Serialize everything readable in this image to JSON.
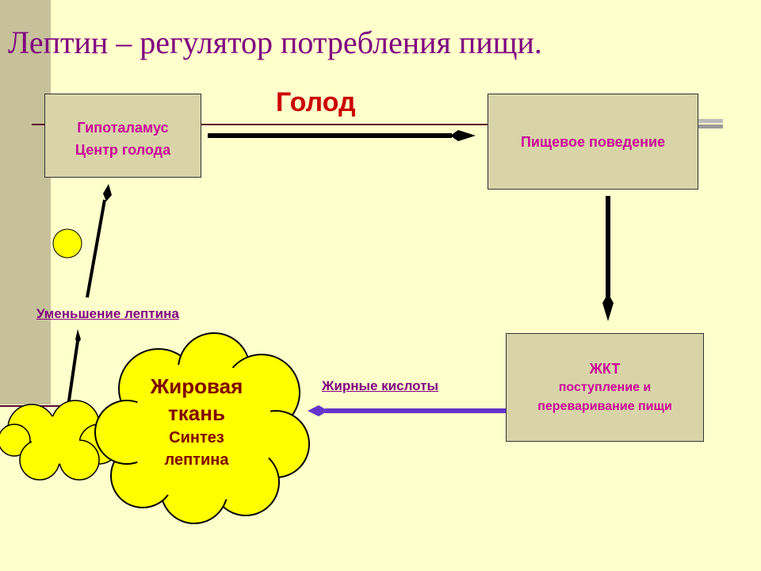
{
  "title": "Лептин – регулятор потребления пищи.",
  "hypothalamus": {
    "line1": "Гипоталамус",
    "line2": "Центр голода"
  },
  "hunger": "Голод",
  "food_behavior": "Пищевое поведение",
  "git": {
    "line1": "ЖКТ",
    "line2": "поступление и",
    "line3": "переваривание пищи"
  },
  "fatty_acids": "Жирные кислоты",
  "leptin_decrease": "Уменьшение лептина ",
  "adipose": {
    "line1": "Жировая",
    "line2": "ткань",
    "line3": "Синтез",
    "line4": "лептина"
  },
  "colors": {
    "background": "#FFFFCC",
    "box_fill": "#D8D4A8",
    "box_text": "#CC0099",
    "title": "#800080",
    "hunger": "#CC0000",
    "cloud_fill": "#FFFF00",
    "arrow_fatty": "#6633CC"
  }
}
